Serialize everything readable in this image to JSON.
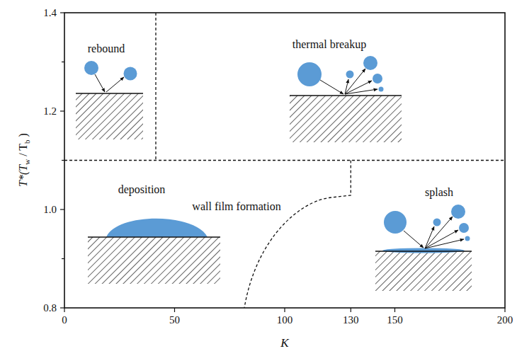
{
  "diagram": {
    "labels": [
      "rebound",
      "thermal breakup",
      "deposition",
      "wall film formation",
      "splash",
      "0.8",
      "1.0",
      "1.2",
      "1.4",
      "0",
      "50",
      "100",
      "130",
      "150",
      "200",
      "K",
      "T*(T",
      "w",
      " / T",
      "b",
      " )"
    ]
  }
}
